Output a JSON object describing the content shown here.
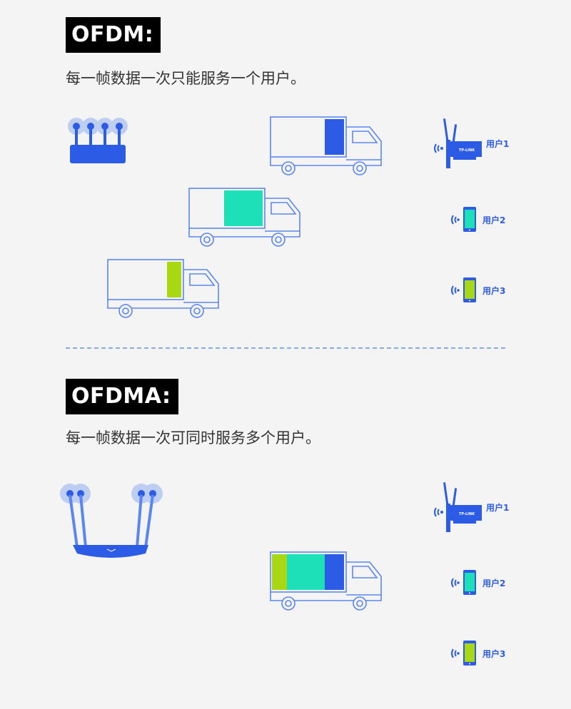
{
  "ofdm": {
    "title": "OFDM:",
    "description": "每一帧数据一次只能服务一个用户。",
    "users": [
      {
        "label": "用户1",
        "device": "pcie-wifi-card",
        "color": "#2c5ce6"
      },
      {
        "label": "用户2",
        "device": "phone",
        "color": "#1de0b8"
      },
      {
        "label": "用户3",
        "device": "phone",
        "color": "#a8d814"
      }
    ],
    "trucks": [
      {
        "cargo": [
          "#2c5ce6"
        ]
      },
      {
        "cargo": [
          "#1de0b8"
        ]
      },
      {
        "cargo": [
          "#a8d814"
        ]
      }
    ]
  },
  "ofdma": {
    "title": "OFDMA:",
    "description": "每一帧数据一次可同时服务多个用户。",
    "users": [
      {
        "label": "用户1",
        "device": "pcie-wifi-card",
        "color": "#2c5ce6"
      },
      {
        "label": "用户2",
        "device": "phone",
        "color": "#1de0b8"
      },
      {
        "label": "用户3",
        "device": "phone",
        "color": "#a8d814"
      }
    ],
    "truck": {
      "cargo": [
        "#a8d814",
        "#1de0b8",
        "#2c5ce6"
      ]
    }
  },
  "colors": {
    "accent": "#2c5ce6",
    "truck_line": "#5b86f0"
  }
}
